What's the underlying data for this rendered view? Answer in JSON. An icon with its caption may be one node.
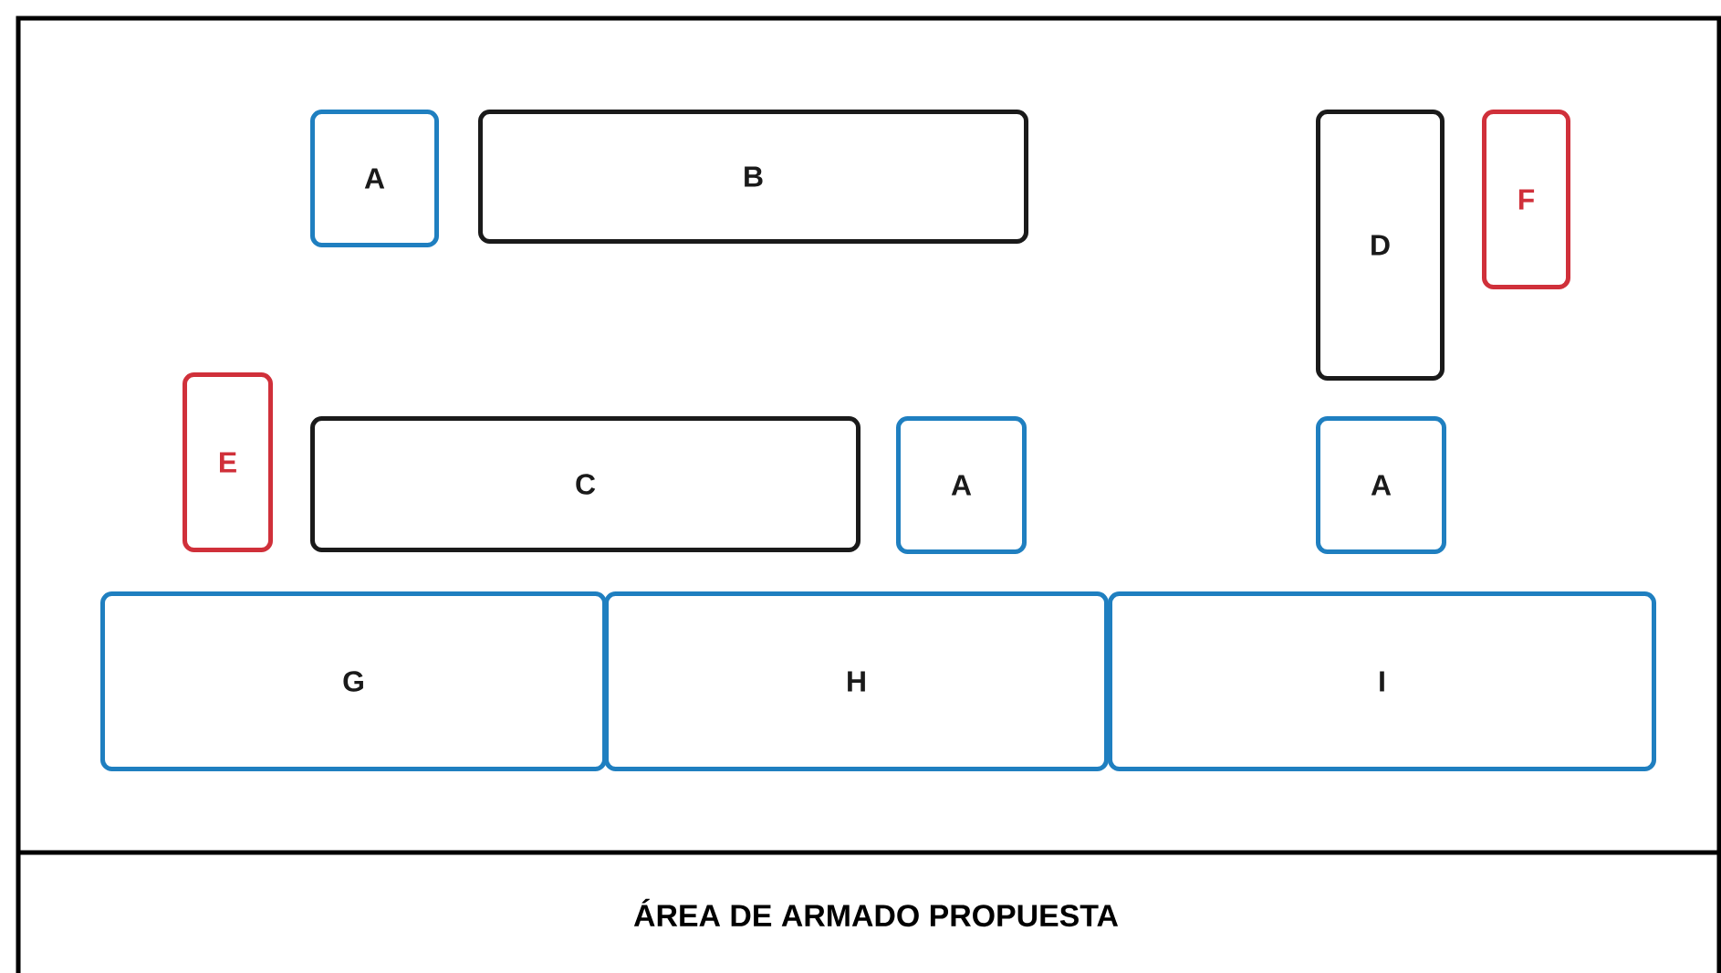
{
  "diagram": {
    "title": "ÁREA DE ARMADO PROPUESTA",
    "nodes": [
      {
        "text": [
          "A"
        ]
      },
      {
        "text": [
          "B"
        ]
      },
      {
        "text": [
          "D"
        ]
      },
      {
        "text": [
          "F"
        ]
      },
      {
        "text": [
          "E"
        ]
      },
      {
        "text": [
          "C"
        ]
      },
      {
        "text": [
          "A"
        ]
      },
      {
        "text": [
          "A"
        ]
      },
      {
        "text": [
          "G"
        ]
      },
      {
        "text": [
          "H"
        ]
      },
      {
        "text": [
          "I"
        ]
      }
    ]
  }
}
